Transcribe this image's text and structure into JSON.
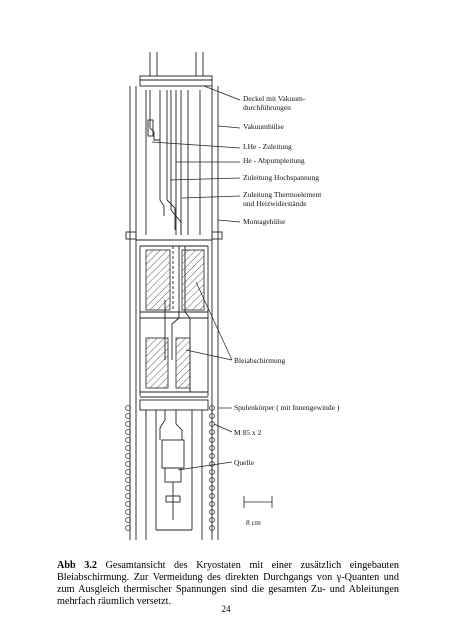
{
  "figure": {
    "labels": {
      "deckel": [
        "Deckel mit Vakuum-",
        "durchführungen"
      ],
      "vakuumhuelse": "Vakuumhülse",
      "lhe_zuleitung": "LHe - Zuleitung",
      "he_abpumpleitung": "He - Abpumpleitung",
      "zuleitung_hochspannung": "Zuleitung Hochspannung",
      "zuleitung_thermo": [
        "Zuleitung Thermoelement",
        "und Heizwiderstände"
      ],
      "montagehuelse": "Montagehülse",
      "bleiabschirmung": "Bleiabschirmung",
      "spulenkoerper": "Spulenkörper ( mit Innengewinde )",
      "gewinde": "M 85 x 2",
      "quelle": "Quelle",
      "scale": "8 cm"
    }
  },
  "caption": {
    "label": "Abb 3.2",
    "text": " Gesamtansicht des Kryostaten mit einer zusätzlich eingebauten Bleiabschirmung. Zur Vermeidung des direkten Durchgangs von γ-Quanten und zum Ausgleich thermischer Spannungen sind die gesamten Zu- und Ableitungen mehrfach räumlich versetzt."
  },
  "page_number": "24"
}
